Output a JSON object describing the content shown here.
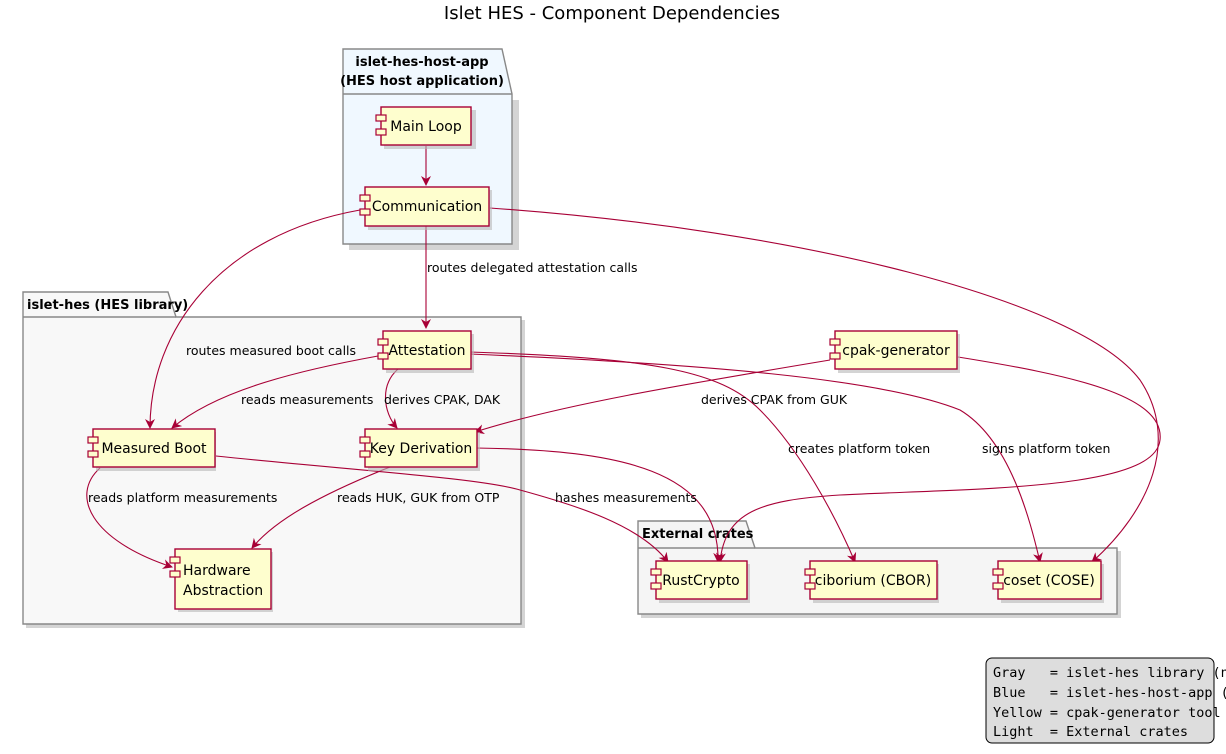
{
  "title": "Islet HES - Component Dependencies",
  "colors": {
    "host_pkg_fill": "#f0f8ff",
    "lib_pkg_fill": "#f8f8f8",
    "ext_pkg_fill": "#f5f5f5",
    "component_fill": "#fefece",
    "edge_stroke": "#a80036",
    "legend_fill": "#dddddd"
  },
  "packages": {
    "host": {
      "line1": "islet-hes-host-app",
      "line2": "(HES host application)"
    },
    "lib": {
      "label": "islet-hes (HES library)"
    },
    "ext": {
      "label": "External crates"
    }
  },
  "components": {
    "main_loop": "Main Loop",
    "communication": "Communication",
    "attestation": "Attestation",
    "measured_boot": "Measured Boot",
    "key_derivation": "Key Derivation",
    "hardware_abstraction_line1": "Hardware",
    "hardware_abstraction_line2": "Abstraction",
    "cpak_generator": "cpak-generator",
    "rustcrypto": "RustCrypto",
    "ciborium": "ciborium (CBOR)",
    "coset": "coset (COSE)"
  },
  "edges": {
    "routes_delegated": "routes delegated attestation calls",
    "routes_measured_boot": "routes measured boot calls",
    "reads_measurements": "reads measurements",
    "derives_cpak_dak": "derives CPAK, DAK",
    "derives_cpak_from_guk": "derives CPAK from GUK",
    "creates_platform_token": "creates platform token",
    "signs_platform_token": "signs platform token",
    "reads_platform_measurements": "reads platform measurements",
    "reads_huk_guk": "reads HUK, GUK from OTP",
    "hashes_measurements": "hashes measurements"
  },
  "legend": {
    "line1": "Gray   = islet-hes library (no_std)",
    "line2": "Blue   = islet-hes-host-app (std)",
    "line3": "Yellow = cpak-generator tool",
    "line4": "Light  = External crates"
  }
}
